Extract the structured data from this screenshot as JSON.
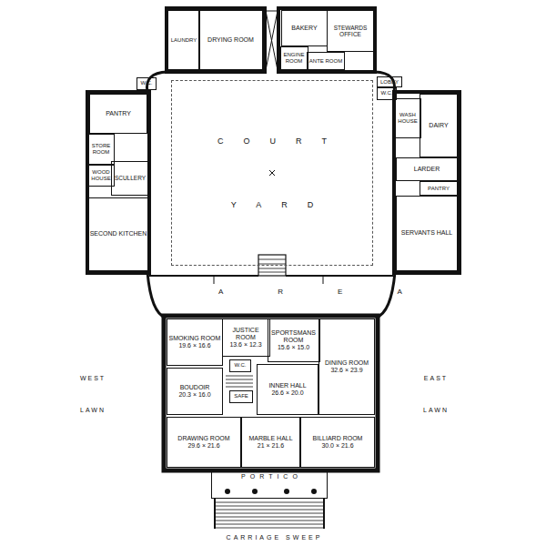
{
  "diagram": {
    "nodes": [
      {
        "text": [
          "LAUNDRY"
        ]
      },
      {
        "text": [
          "DRYING ROOM"
        ]
      },
      {
        "text": [
          "BAKERY"
        ]
      },
      {
        "text": [
          "STEWARDS OFFICE"
        ]
      },
      {
        "text": [
          "ENGINE ROOM"
        ]
      },
      {
        "text": [
          "ANTE ROOM"
        ]
      },
      {
        "text": [
          "COURT",
          "YARD"
        ]
      },
      {
        "text": [
          "PANTRY"
        ]
      },
      {
        "text": [
          "STORE ROOM"
        ]
      },
      {
        "text": [
          "WOOD HOUSE"
        ]
      },
      {
        "text": [
          "SCULLERY"
        ]
      },
      {
        "text": [
          "SECOND KITCHEN"
        ]
      },
      {
        "text": [
          "WASH HOUSE"
        ]
      },
      {
        "text": [
          "DAIRY"
        ]
      },
      {
        "text": [
          "LARDER"
        ]
      },
      {
        "text": [
          "PANTRY"
        ]
      },
      {
        "text": [
          "SERVANTS HALL"
        ]
      },
      {
        "text": [
          "W.C."
        ]
      },
      {
        "text": [
          "W.C."
        ]
      },
      {
        "text": [
          "LOBBY"
        ]
      },
      {
        "text": [
          "SMOKING ROOM",
          "19.6 × 16.6"
        ]
      },
      {
        "text": [
          "JUSTICE ROOM",
          "13.6 × 12.3"
        ]
      },
      {
        "text": [
          "SPORTSMANS ROOM",
          "15.6 × 15.0"
        ]
      },
      {
        "text": [
          "DINING ROOM",
          "32.6 × 23.9"
        ]
      },
      {
        "text": [
          "BOUDOIR",
          "20.3 × 16.0"
        ]
      },
      {
        "text": [
          "INNER HALL",
          "26.6 × 20.0"
        ]
      },
      {
        "text": [
          "DRAWING ROOM",
          "29.6 × 21.6"
        ]
      },
      {
        "text": [
          "MARBLE HALL",
          "21 × 21.6"
        ]
      },
      {
        "text": [
          "BILLIARD ROOM",
          "30.0 × 21.6"
        ]
      },
      {
        "text": [
          "PORTICO"
        ]
      },
      {
        "text": [
          "W.C."
        ]
      },
      {
        "text": [
          "SAFE"
        ]
      }
    ],
    "labels": [
      "WEST LAWN",
      "EAST LAWN",
      "AREA",
      "CARRIAGE SWEEP"
    ]
  }
}
